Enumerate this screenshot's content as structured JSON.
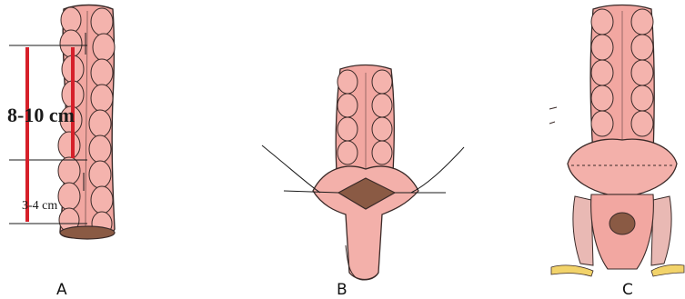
{
  "panels": [
    {
      "id": "A",
      "label": "A"
    },
    {
      "id": "B",
      "label": "B"
    },
    {
      "id": "C",
      "label": "C"
    }
  ],
  "measurements": {
    "upper": "8-10 cm",
    "lower": "3-4 cm"
  },
  "colors": {
    "tissue": "#f2a7a1",
    "tissue_light": "#f8c9c2",
    "tissue_outline": "#3a2a28",
    "measure_line": "#d6202a",
    "cavity": "#8a5a44",
    "yellow": "#f2d36a",
    "muscle": "#e9b9b4"
  }
}
